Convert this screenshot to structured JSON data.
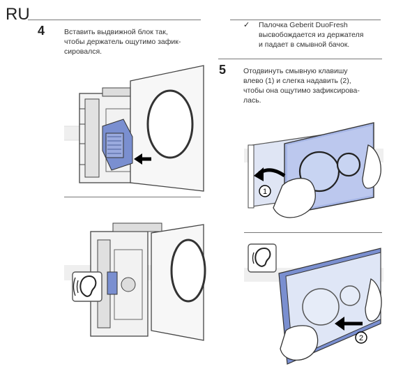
{
  "header": {
    "language": "RU"
  },
  "steps": [
    {
      "number": "4",
      "text": "Вставить выдвижной блок так,\nчтобы держатель ощутимо зафик-\nсировался."
    },
    {
      "number": "5",
      "text": "Отодвинуть смывную клавишу\nвлево (1) и слегка надавить (2),\nчтобы она ощутимо зафиксирова-\nлась."
    }
  ],
  "result": {
    "mark": "✓",
    "text": "Палочка Geberit DuoFresh\nвысвобождается из держателя\nи падает в смывной бачок."
  },
  "callouts": {
    "slide_left": "1",
    "press": "2"
  },
  "colors": {
    "accent_blue": "#7a8fd0",
    "light_blue": "#c8d4ee",
    "gray": "#e6e6e6",
    "line": "#555555"
  },
  "icons": [
    "ear-icon",
    "checkmark-icon",
    "hand-icon",
    "arrow-icon"
  ]
}
